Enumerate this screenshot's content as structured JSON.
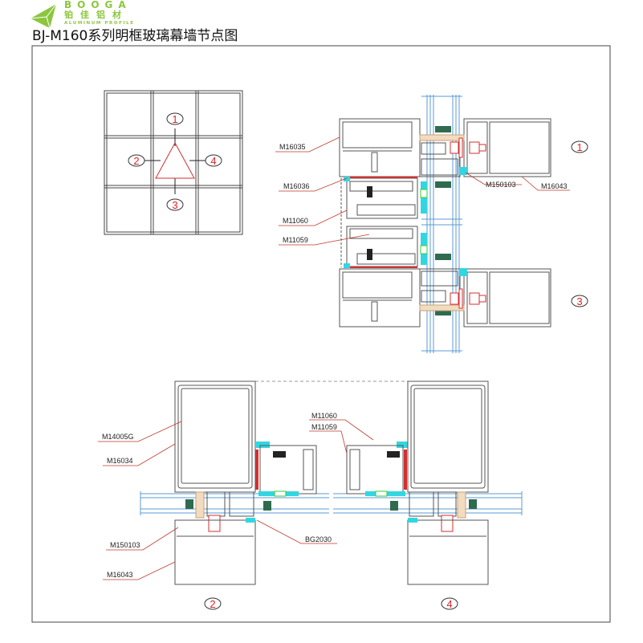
{
  "logo": {
    "brand_en": "BOOGA",
    "brand_cn": "铂佳铝材",
    "brand_sub": "ALUMINUM PROFILE",
    "color": "#8cc63f"
  },
  "title": "BJ-M160系列明框玻璃幕墙节点图",
  "elevation": {
    "markers": [
      "1",
      "2",
      "3",
      "4"
    ]
  },
  "section_vertical": {
    "labels": {
      "m16035": "M16035",
      "m16036": "M16036",
      "m11060": "M11060",
      "m11059": "M11059",
      "m150103": "M150103",
      "m16043": "M16043"
    },
    "markers": [
      "1",
      "3"
    ]
  },
  "section_horizontal": {
    "labels": {
      "m14005g": "M14005G",
      "m16034": "M16034",
      "m150103": "M150103",
      "m16043": "M16043",
      "bg2030": "BG2030",
      "m11060": "M11060",
      "m11059": "M11059"
    },
    "markers": [
      "2",
      "4"
    ]
  },
  "colors": {
    "line": "#555555",
    "leader": "#c0392b",
    "glass": "#5b9bd5",
    "gasket": "#33d6e0",
    "spacer": "#2f6b4f",
    "red": "#d32f2f"
  }
}
